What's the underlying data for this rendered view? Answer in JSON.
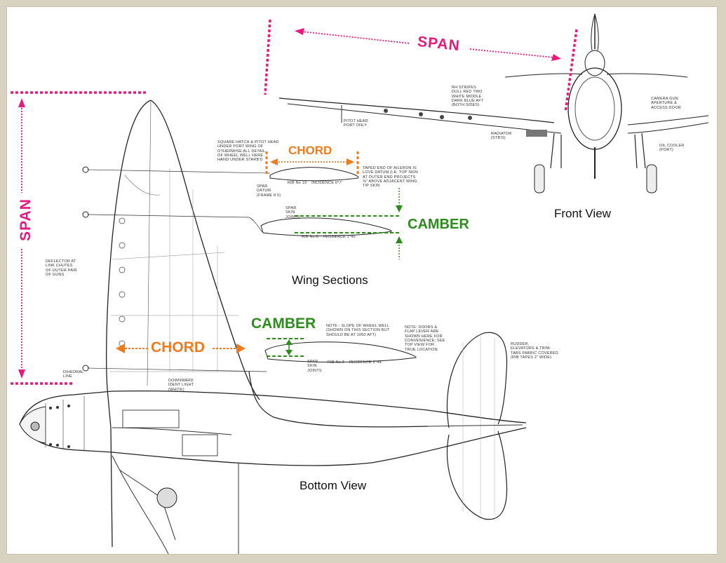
{
  "labels": {
    "span_top": "SPAN",
    "span_side": "SPAN",
    "chord_top": "CHORD",
    "chord_bottom": "CHORD",
    "camber_top": "CAMBER",
    "camber_bottom": "CAMBER",
    "front_view": "Front View",
    "wing_sections": "Wing Sections",
    "bottom_view": "Bottom View"
  },
  "notes": {
    "stripes": "RH STRIPES\nDULL RED TWO\nWHITE MIDDLE\nDARK BLUE AFT\n(BOTH SIDES)",
    "camera": "CAMERA GUN\nAPERTURE &\nACCESS DOOR",
    "pitot": "PITOT HEAD\nPORT ONLY",
    "radiator": "RADIATOR\n(STB'D)",
    "oil_cooler": "OIL COOLER\n(PORT)",
    "square_hatch": "SQUARE HATCH & PITOT HEAD\nUNDER PORT WING OF\nOTHERWISE ALL DETAIL\nOF WHEEL WELL HERE\nHAND UNDER STARB'D",
    "aileron": "TAPED END OF AILERON IS\nLOVE DATUM (I.E. TOP SKIN\nAT OUTER END PROJECTS\n⅜\" ABOVE ADJACENT WING\nTIP SKIN",
    "spar_datum": "SPAR\nDATUM\n(FRAME 8 5)",
    "spar_joints": "SPAR\nSKIN\nJOINTS",
    "incidence_1": "RIB No 19    INCIDENCE 0°7'",
    "incidence_2": "RIB No 8    INCIDENCE 1°45'",
    "incidence_3": "RIB No 3    INCIDENCE 2°44'",
    "deflector": "DEFLECTOR AT\nLINK CHUTES\nOF OUTER PAIR\nOF GUNS",
    "dihedral": "DIHEDRAL\nLINE",
    "downward_light": "DOWNWARD\nIDENT LIGHT\n(WHITE)",
    "wheel_well": "NOTE - SLOPE OF WHEEL WELL\n(SHOWN ON THIS SECTION BUT\nSHOULD BE AT 1050 AFT)",
    "doors": "NOTE: DOORS &\nFLAP LEVER ARE\nSHOWN HERE FOR\nCONVENIENCE; SEE\nTOP VIEW FOR\nTRUE LOCATION",
    "rudder": "RUDDER,\nELEVATORS & TRIM-\nTABS FABRIC COVERED\n(RIB TAPES 2\" WIDE)"
  },
  "colors": {
    "span": "#e8197d",
    "chord": "#f07a1e",
    "camber": "#2e8b1e",
    "line": "#222222",
    "page_border": "#d8d2c0"
  }
}
